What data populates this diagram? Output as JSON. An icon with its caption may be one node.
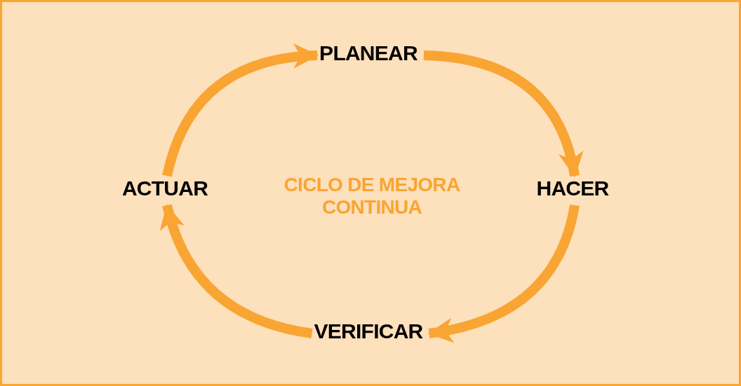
{
  "diagram": {
    "nodes": [
      {
        "text": [
          "PLANEAR"
        ]
      },
      {
        "text": [
          "HACER"
        ]
      },
      {
        "text": [
          "VERIFICAR"
        ]
      },
      {
        "text": [
          "ACTUAR"
        ]
      }
    ],
    "edges": [
      {
        "from": 0,
        "to": 1,
        "arrow": "to"
      },
      {
        "from": 1,
        "to": 2,
        "arrow": "to"
      },
      {
        "from": 2,
        "to": 3,
        "arrow": "to"
      },
      {
        "from": 3,
        "to": 0,
        "arrow": "to"
      }
    ],
    "labels": [
      "CICLO DE MEJORA CONTINUA"
    ]
  }
}
